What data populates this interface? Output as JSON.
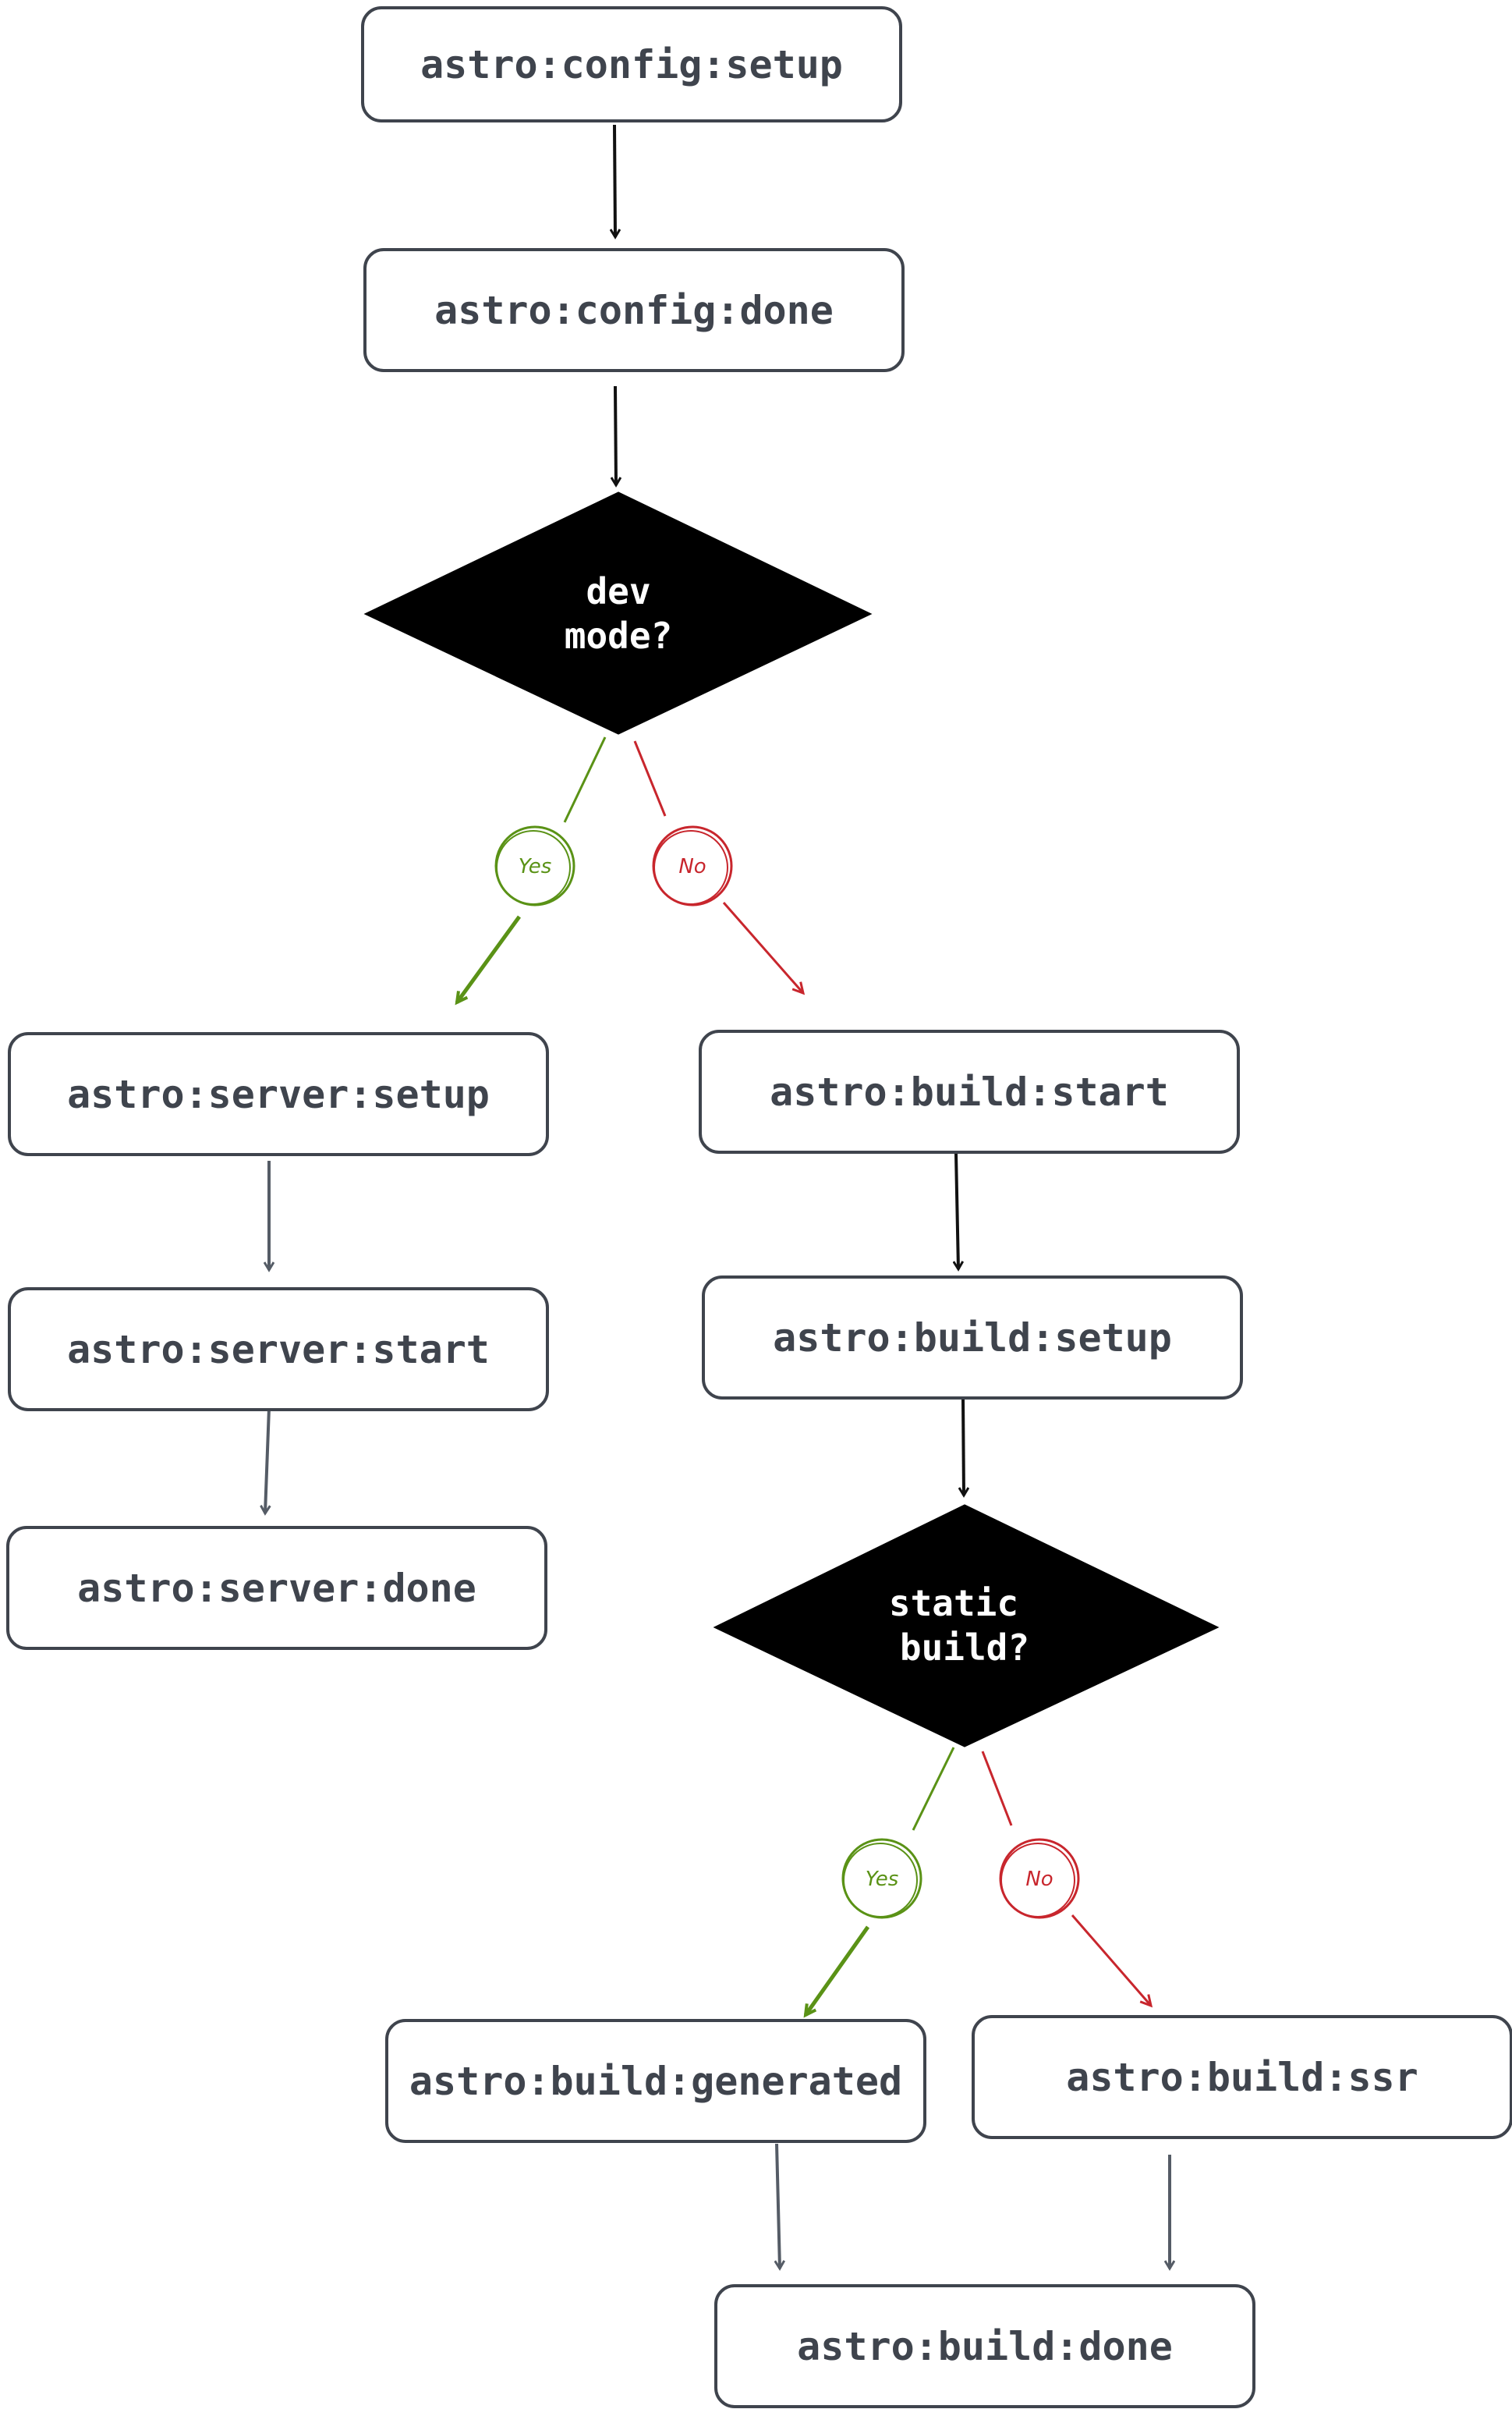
{
  "colors": {
    "node_border": "#3f444d",
    "node_text": "#3f444d",
    "decision_fill": "#000000",
    "decision_text": "#ffffff",
    "yes": "#5a9216",
    "no": "#c8262d",
    "arrow_dark": "#111111",
    "arrow_gray": "#555c66"
  },
  "nodes": {
    "config_setup": "astro:config:setup",
    "config_done": "astro:config:done",
    "server_setup": "astro:server:setup",
    "server_start": "astro:server:start",
    "server_done": "astro:server:done",
    "build_start": "astro:build:start",
    "build_setup": "astro:build:setup",
    "build_generated": "astro:build:generated",
    "build_ssr": "astro:build:ssr",
    "build_done": "astro:build:done"
  },
  "decisions": {
    "dev_mode": {
      "line1": "dev",
      "line2": "mode?"
    },
    "static_build": {
      "line1": "static",
      "line2": "build?"
    }
  },
  "branches": {
    "yes": "Yes",
    "no": "No"
  }
}
